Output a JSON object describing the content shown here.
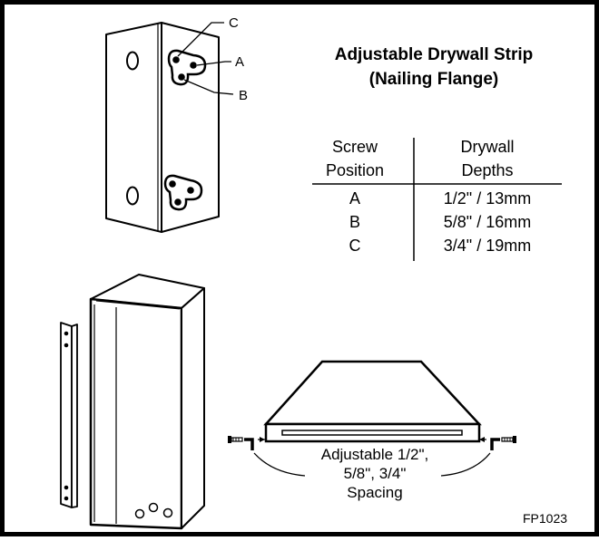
{
  "title": {
    "line1": "Adjustable Drywall Strip",
    "line2": "(Nailing Flange)"
  },
  "table": {
    "headers": [
      [
        "Screw",
        "Position"
      ],
      [
        "Drywall",
        "Depths"
      ]
    ],
    "rows": [
      {
        "position": "A",
        "depth": "1/2\" / 13mm"
      },
      {
        "position": "B",
        "depth": "5/8\" / 16mm"
      },
      {
        "position": "C",
        "depth": "3/4\" / 19mm"
      }
    ]
  },
  "callouts": {
    "a": "A",
    "b": "B",
    "c": "C"
  },
  "spacing": {
    "line1": "Adjustable 1/2\",",
    "line2": "5/8\", 3/4\"",
    "line3": "Spacing"
  },
  "figure_code": "FP1023"
}
